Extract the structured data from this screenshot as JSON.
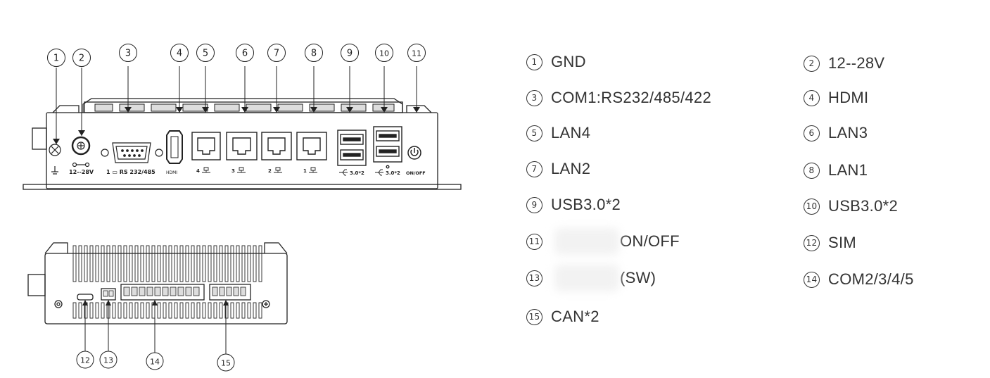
{
  "front_callouts": [
    "1",
    "2",
    "3",
    "4",
    "5",
    "6",
    "7",
    "8",
    "9",
    "10",
    "11"
  ],
  "bottom_callouts": [
    "12",
    "13",
    "14",
    "15"
  ],
  "panel_labels": {
    "dc_in": "12--28V",
    "com": "1 ▭ RS 232/485",
    "hdmi": "HDMI",
    "lan4": "4",
    "lan3": "3",
    "lan2": "2",
    "lan1": "1",
    "usb_a": "3.0*2",
    "usb_b": "3.0*2",
    "power": "ON/OFF"
  },
  "legend": [
    {
      "num": "1",
      "label": "GND"
    },
    {
      "num": "2",
      "label": "12--28V"
    },
    {
      "num": "3",
      "label": "COM1:RS232/485/422"
    },
    {
      "num": "4",
      "label": "HDMI"
    },
    {
      "num": "5",
      "label": "LAN4"
    },
    {
      "num": "6",
      "label": "LAN3"
    },
    {
      "num": "7",
      "label": "LAN2"
    },
    {
      "num": "8",
      "label": "LAN1"
    },
    {
      "num": "9",
      "label": "USB3.0*2"
    },
    {
      "num": "10",
      "label": "USB3.0*2"
    },
    {
      "num": "11",
      "label": "ON/OFF"
    },
    {
      "num": "12",
      "label": "SIM"
    },
    {
      "num": "13",
      "label": "(SW)"
    },
    {
      "num": "14",
      "label": "COM2/3/4/5"
    },
    {
      "num": "15",
      "label": "CAN*2"
    }
  ]
}
